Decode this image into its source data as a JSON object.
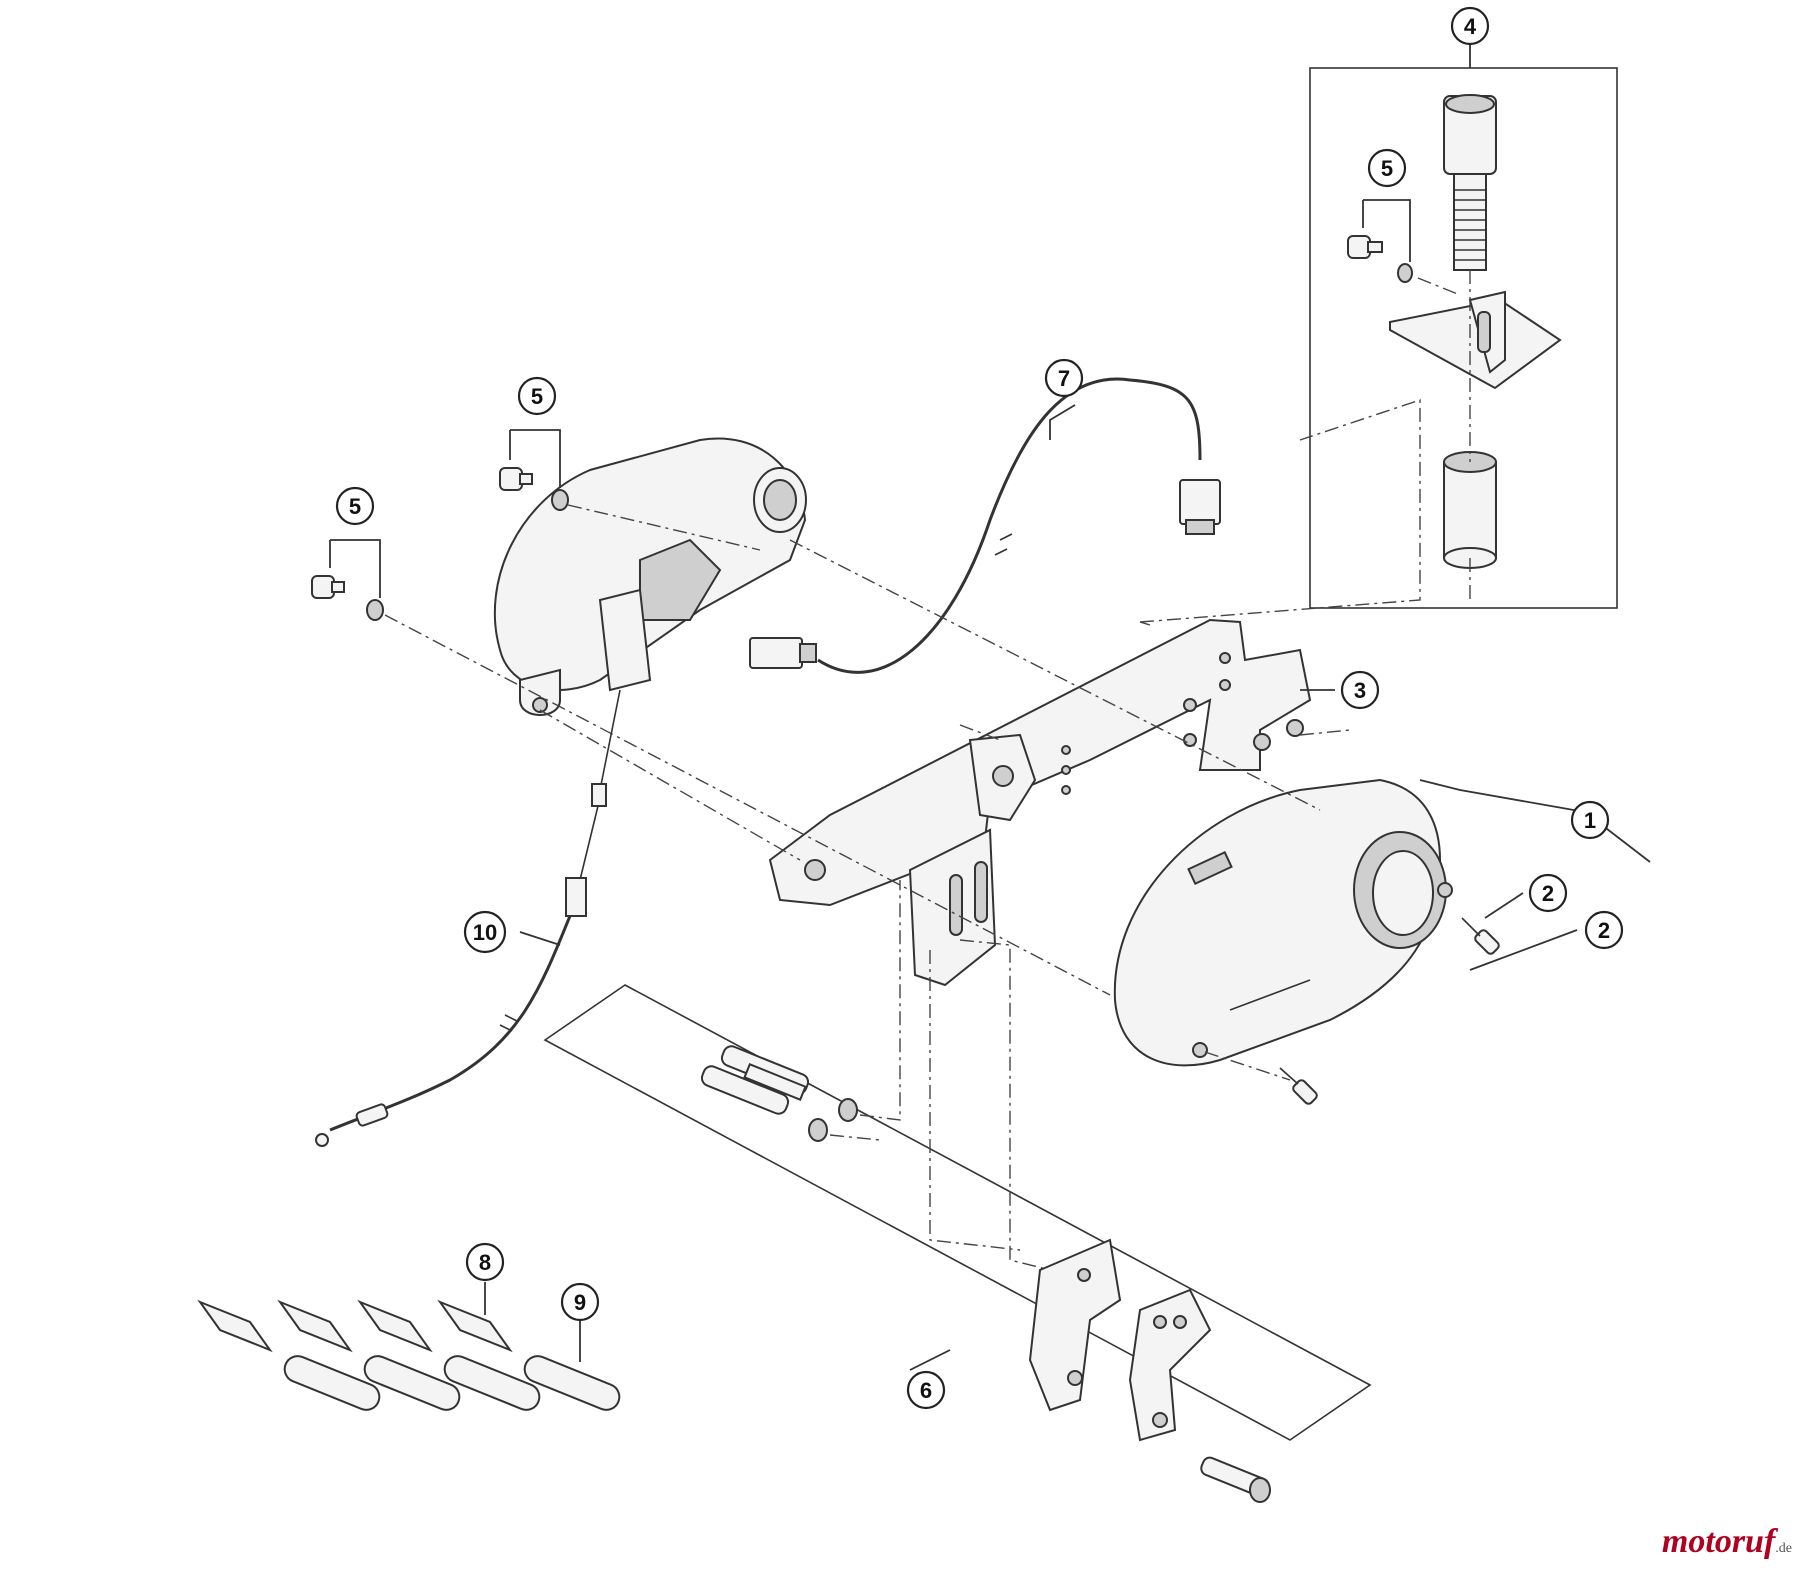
{
  "callouts": [
    {
      "id": "c1",
      "label": "1"
    },
    {
      "id": "c2a",
      "label": "2"
    },
    {
      "id": "c2b",
      "label": "2"
    },
    {
      "id": "c3",
      "label": "3"
    },
    {
      "id": "c4",
      "label": "4"
    },
    {
      "id": "c5a",
      "label": "5"
    },
    {
      "id": "c5b",
      "label": "5"
    },
    {
      "id": "c5c",
      "label": "5"
    },
    {
      "id": "c6",
      "label": "6"
    },
    {
      "id": "c7",
      "label": "7"
    },
    {
      "id": "c8",
      "label": "8"
    },
    {
      "id": "c9",
      "label": "9"
    },
    {
      "id": "c10",
      "label": "10"
    }
  ],
  "watermark": {
    "main": "motoruf",
    "tld": ".de"
  },
  "colors": {
    "watermark": "#b00020",
    "line": "#333333"
  }
}
